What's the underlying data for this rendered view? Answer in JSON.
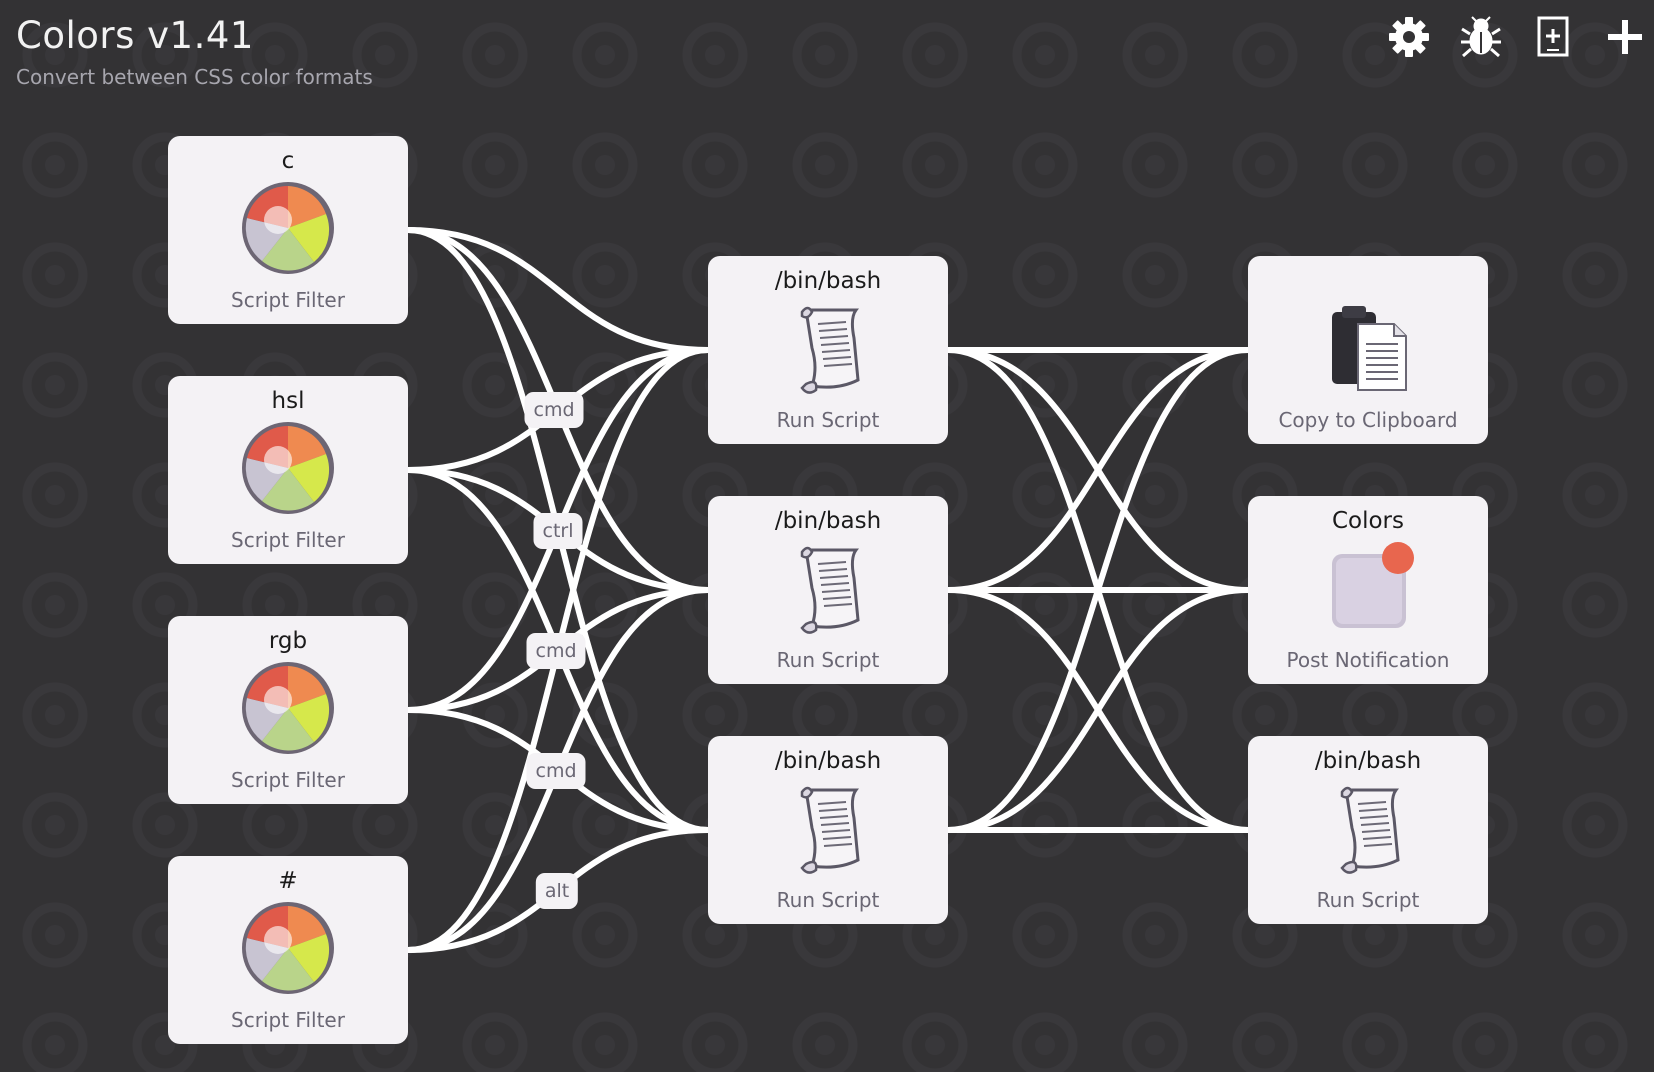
{
  "header": {
    "title": "Colors v1.41",
    "subtitle": "Convert between CSS color formats"
  },
  "toolbar": {
    "items": [
      "gear-icon",
      "bug-icon",
      "variables-icon",
      "add-icon"
    ]
  },
  "inputs": [
    {
      "keyword": "c",
      "type": "Script Filter"
    },
    {
      "keyword": "hsl",
      "type": "Script Filter"
    },
    {
      "keyword": "rgb",
      "type": "Script Filter"
    },
    {
      "keyword": "#",
      "type": "Script Filter"
    }
  ],
  "actions": [
    {
      "title": "/bin/bash",
      "type": "Run Script"
    },
    {
      "title": "/bin/bash",
      "type": "Run Script"
    },
    {
      "title": "/bin/bash",
      "type": "Run Script"
    }
  ],
  "outputs": [
    {
      "title": "",
      "type": "Copy to Clipboard",
      "icon": "clipboard-icon"
    },
    {
      "title": "Colors",
      "type": "Post Notification",
      "icon": "notification-icon"
    },
    {
      "title": "/bin/bash",
      "type": "Run Script",
      "icon": "script-icon"
    }
  ],
  "modifiers": [
    "cmd",
    "ctrl",
    "cmd",
    "cmd",
    "alt"
  ],
  "colors": {
    "background": "#333234",
    "node": "#f4f2f5",
    "wire": "#ffffff",
    "notification_badge": "#e8664e"
  }
}
